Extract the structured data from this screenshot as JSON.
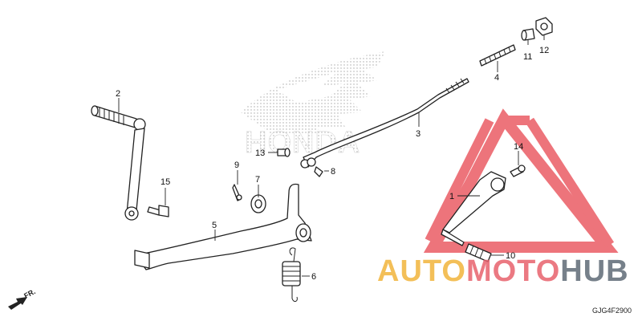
{
  "diagram": {
    "brand_logo_text": "HONDA",
    "diagram_code": "GJG4F2900",
    "front_indicator": "FR.",
    "watermark": {
      "prefix": "AUTO",
      "middle": "MOTO",
      "suffix": "HUB",
      "colors": {
        "prefix": "#f2b53c",
        "middle": "#e8626d",
        "suffix": "#5f6b76",
        "triangle": "#e8464f"
      }
    },
    "callouts": [
      {
        "id": "p1",
        "label": "1"
      },
      {
        "id": "p2",
        "label": "2"
      },
      {
        "id": "p3",
        "label": "3"
      },
      {
        "id": "p4",
        "label": "4"
      },
      {
        "id": "p5",
        "label": "5"
      },
      {
        "id": "p6",
        "label": "6"
      },
      {
        "id": "p7",
        "label": "7"
      },
      {
        "id": "p8",
        "label": "8"
      },
      {
        "id": "p9",
        "label": "9"
      },
      {
        "id": "p10",
        "label": "10"
      },
      {
        "id": "p11",
        "label": "11"
      },
      {
        "id": "p12",
        "label": "12"
      },
      {
        "id": "p13",
        "label": "13"
      },
      {
        "id": "p14",
        "label": "14"
      },
      {
        "id": "p15",
        "label": "15"
      }
    ]
  }
}
